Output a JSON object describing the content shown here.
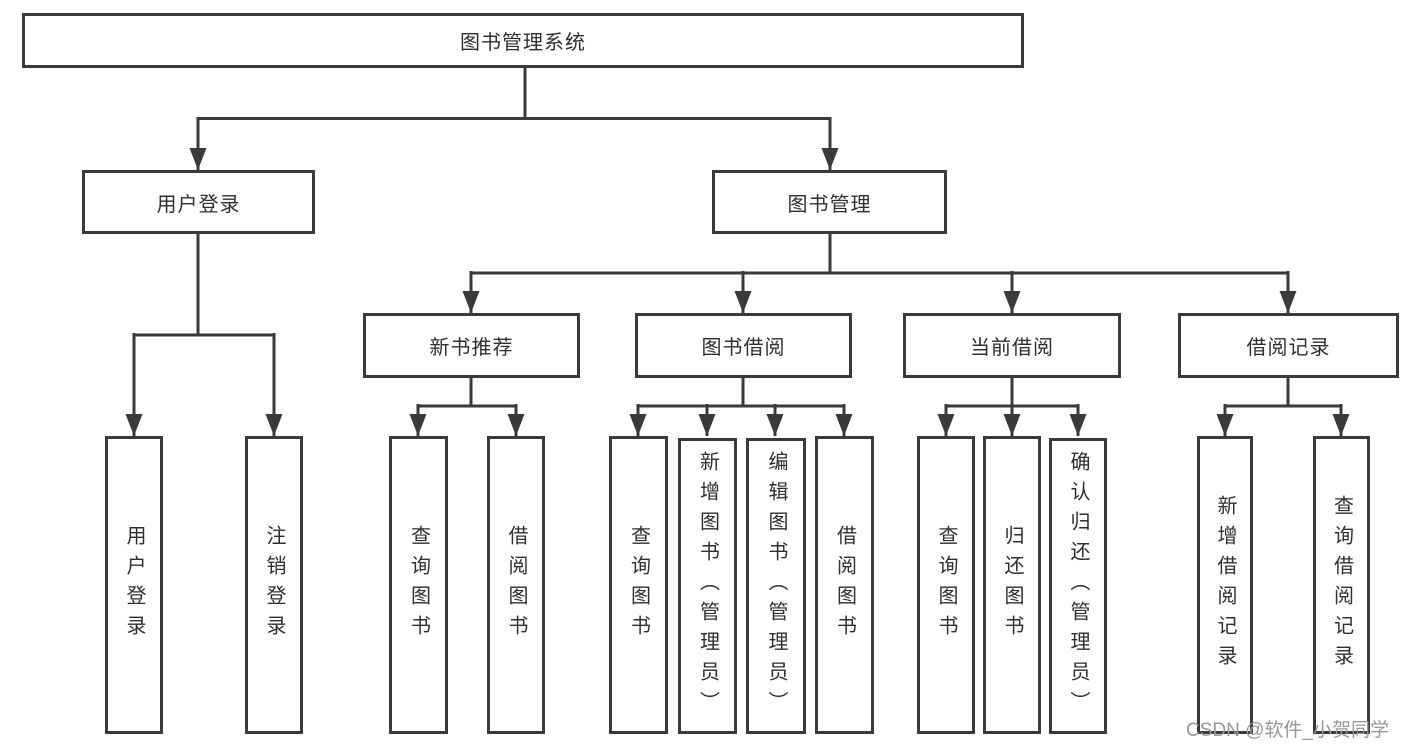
{
  "tree": {
    "root": {
      "label": "图书管理系统"
    },
    "children": [
      {
        "label": "用户登录",
        "children": [
          {
            "label": "用户登录"
          },
          {
            "label": "注销登录"
          }
        ]
      },
      {
        "label": "图书管理",
        "children": [
          {
            "label": "新书推荐",
            "children": [
              {
                "label": "查询图书"
              },
              {
                "label": "借阅图书"
              }
            ]
          },
          {
            "label": "图书借阅",
            "children": [
              {
                "label": "查询图书"
              },
              {
                "label": "新增图书（管理员）"
              },
              {
                "label": "编辑图书（管理员）"
              },
              {
                "label": "借阅图书"
              }
            ]
          },
          {
            "label": "当前借阅",
            "children": [
              {
                "label": "查询图书"
              },
              {
                "label": "归还图书"
              },
              {
                "label": "确认归还（管理员）"
              }
            ]
          },
          {
            "label": "借阅记录",
            "children": [
              {
                "label": "新增借阅记录"
              },
              {
                "label": "查询借阅记录"
              }
            ]
          }
        ]
      }
    ]
  },
  "watermark": {
    "text": "CSDN @软件_小贺同学"
  },
  "colors": {
    "line": "#3a3a3a",
    "box_border": "#3a3a3a",
    "box_background": "#ffffff",
    "text": "#2f2f2f",
    "watermark": "#9b9696",
    "background": "#ffffff"
  }
}
